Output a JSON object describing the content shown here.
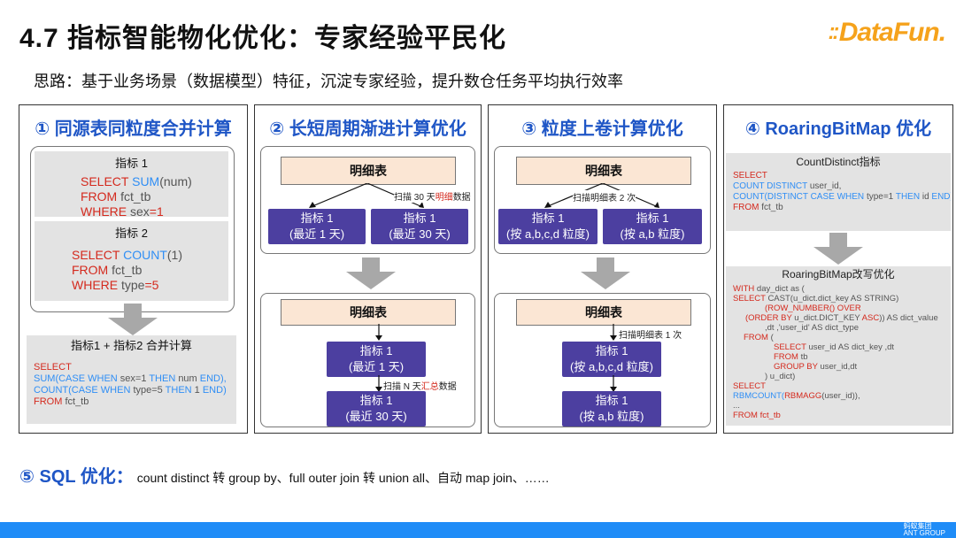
{
  "header": {
    "title": "4.7 指标智能物化优化：专家经验平民化",
    "subtitle": "思路：基于业务场景（数据模型）特征，沉淀专家经验，提升数仓任务平均执行效率",
    "logo": "DataFun."
  },
  "panel1": {
    "title": "① 同源表同粒度合并计算",
    "m1_title": "指标 1",
    "m1_l1a": "SELECT ",
    "m1_l1b": "SUM",
    "m1_l1c": "(num)",
    "m1_l2a": "FROM ",
    "m1_l2b": "fct_tb",
    "m1_l3a": "WHERE ",
    "m1_l3b": "sex",
    "m1_l3c": "=1",
    "m2_title": "指标 2",
    "m2_l1a": "SELECT ",
    "m2_l1b": "COUNT",
    "m2_l1c": "(1)",
    "m2_l2a": "FROM ",
    "m2_l2b": "fct_tb",
    "m2_l3a": "WHERE ",
    "m2_l3b": "type",
    "m2_l3c": "=5",
    "merge_title": "指标1 + 指标2 合并计算",
    "c1": "SELECT",
    "c2a": "SUM(CASE WHEN ",
    "c2b": "sex=1 ",
    "c2c": "THEN ",
    "c2d": "num ",
    "c2e": "END),",
    "c3a": "COUNT(CASE WHEN ",
    "c3b": "type=5 ",
    "c3c": "THEN ",
    "c3d": "1 ",
    "c3e": "END)",
    "c4a": "FROM ",
    "c4b": "fct_tb"
  },
  "panel2": {
    "title": "② 长短周期渐进计算优化",
    "detail_top": "明细表",
    "scan_a": "扫描 30 天",
    "scan_b": "明细",
    "scan_c": "数据",
    "ind1_a": "指标 1",
    "ind1_b": "(最近 1 天)",
    "ind2_a": "指标 1",
    "ind2_b": "(最近 30 天)",
    "detail_bottom": "明细表",
    "ind3_a": "指标 1",
    "ind3_b": "(最近 1 天)",
    "scanN_a": "扫描 N 天",
    "scanN_b": "汇总",
    "scanN_c": "数据",
    "ind4_a": "指标 1",
    "ind4_b": "(最近 30 天)"
  },
  "panel3": {
    "title": "③ 粒度上卷计算优化",
    "detail_top": "明细表",
    "scan2": "扫描明细表 2 次",
    "ind1_a": "指标 1",
    "ind1_b": "(按 a,b,c,d 粒度)",
    "ind2_a": "指标 1",
    "ind2_b": "(按 a,b 粒度)",
    "detail_bottom": "明细表",
    "scan1": "扫描明细表 1 次",
    "ind3_a": "指标 1",
    "ind3_b": "(按 a,b,c,d 粒度)",
    "ind4_a": "指标 1",
    "ind4_b": "(按 a,b 粒度)"
  },
  "panel4": {
    "title": "④ RoaringBitMap 优化",
    "box1_title": "CountDistinct指标",
    "b1_l1": "SELECT",
    "b1_l2a": "COUNT DISTINCT ",
    "b1_l2b": "user_id,",
    "b1_l3a": "COUNT(DISTINCT CASE WHEN ",
    "b1_l3b": "type=1 ",
    "b1_l3c": "THEN ",
    "b1_l3d": " id ",
    "b1_l3e": "END)",
    "b1_l4a": "FROM ",
    "b1_l4b": "fct_tb",
    "box2_title": "RoaringBitMap改写优化",
    "r1a": "WITH ",
    "r1b": "day_dict as (",
    "r2a": "SELECT  ",
    "r2b": "CAST(u_dict.dict_key AS STRING)",
    "r3a": "(ROW_NUMBER() OVER",
    "r4a": "(ORDER BY ",
    "r4b": "u_dict.DICT_KEY ",
    "r4c": "ASC",
    "r4d": ")) AS dict_value",
    "r5": ",dt ,'user_id'  AS dict_type",
    "r6a": "FROM",
    "r6b": "      (",
    "r7a": "SELECT  ",
    "r7b": "user_id AS dict_key ,dt",
    "r8a": "FROM  ",
    "r8b": "  tb",
    "r9a": "GROUP BY ",
    "r9b": "user_id,dt",
    "r10": ") u_dict)",
    "r11": "SELECT",
    "r12a": "RBMCOUNT(",
    "r12b": "RBMAGG",
    "r12c": "(user_id)),",
    "r13": "...",
    "r14a": "FROM ",
    "r14b": "fct_tb"
  },
  "bottom": {
    "label": "⑤ SQL 优化：",
    "text": "count distinct 转 group by、full outer join 转 union all、自动 map join、……"
  },
  "footer": {
    "brand_cn": "蚂蚁集团",
    "brand_en": "ANT GROUP"
  },
  "colors": {
    "title_blue": "#1f56c6",
    "keyword_red": "#d42a1e",
    "func_blue": "#2f8ef5",
    "box_purple": "#4c3fa0",
    "table_pale": "#fbe6d4",
    "footer_blue": "#1f8cf7"
  }
}
